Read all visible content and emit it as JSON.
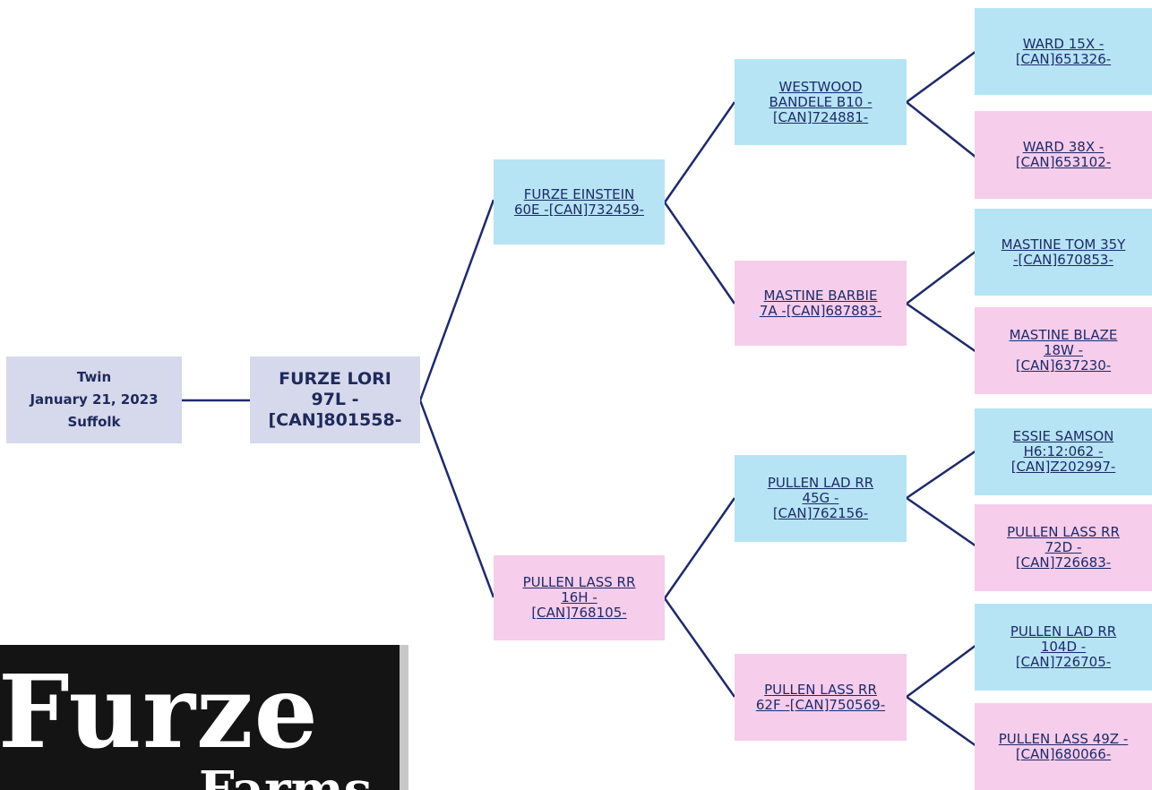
{
  "subject_info": {
    "birth_type": "Twin",
    "birth_date": "January 21, 2023",
    "breed": "Suffolk"
  },
  "subject": {
    "line1": "FURZE LORI",
    "line2": "97L -",
    "line3": "[CAN]801558-"
  },
  "sire": {
    "line1": "FURZE EINSTEIN",
    "line2": "60E -[CAN]732459-"
  },
  "dam": {
    "line1": "PULLEN LASS RR",
    "line2": "16H -",
    "line3": "[CAN]768105-"
  },
  "sire_sire": {
    "line1": "WESTWOOD",
    "line2": "BANDELE B10 -",
    "line3": "[CAN]724881-"
  },
  "sire_dam": {
    "line1": "MASTINE BARBIE",
    "line2": "7A -[CAN]687883-"
  },
  "dam_sire": {
    "line1": "PULLEN LAD RR",
    "line2": "45G -",
    "line3": "[CAN]762156-"
  },
  "dam_dam": {
    "line1": "PULLEN LASS RR",
    "line2": "62F -[CAN]750569-"
  },
  "ggp": [
    {
      "line1": "WARD 15X -",
      "line2": "[CAN]651326-"
    },
    {
      "line1": "WARD 38X -",
      "line2": "[CAN]653102-"
    },
    {
      "line1": "MASTINE TOM 35Y",
      "line2": "-[CAN]670853-"
    },
    {
      "line1": "MASTINE BLAZE",
      "line2": "18W -",
      "line3": "[CAN]637230-"
    },
    {
      "line1": "ESSIE SAMSON",
      "line2": "H6:12:062 -",
      "line3": "[CAN]Z202997-"
    },
    {
      "line1": "PULLEN LASS RR",
      "line2": "72D -",
      "line3": "[CAN]726683-"
    },
    {
      "line1": "PULLEN LAD RR",
      "line2": "104D -",
      "line3": "[CAN]726705-"
    },
    {
      "line1": "PULLEN LASS 49Z -",
      "line2": "[CAN]680066-"
    }
  ],
  "logo": {
    "word1": "Furze",
    "word2": "Farms"
  },
  "colors": {
    "male": "#b6e4f4",
    "female": "#f6cdea",
    "subject": "#d6d8ec",
    "connector": "#1e2a6b"
  }
}
